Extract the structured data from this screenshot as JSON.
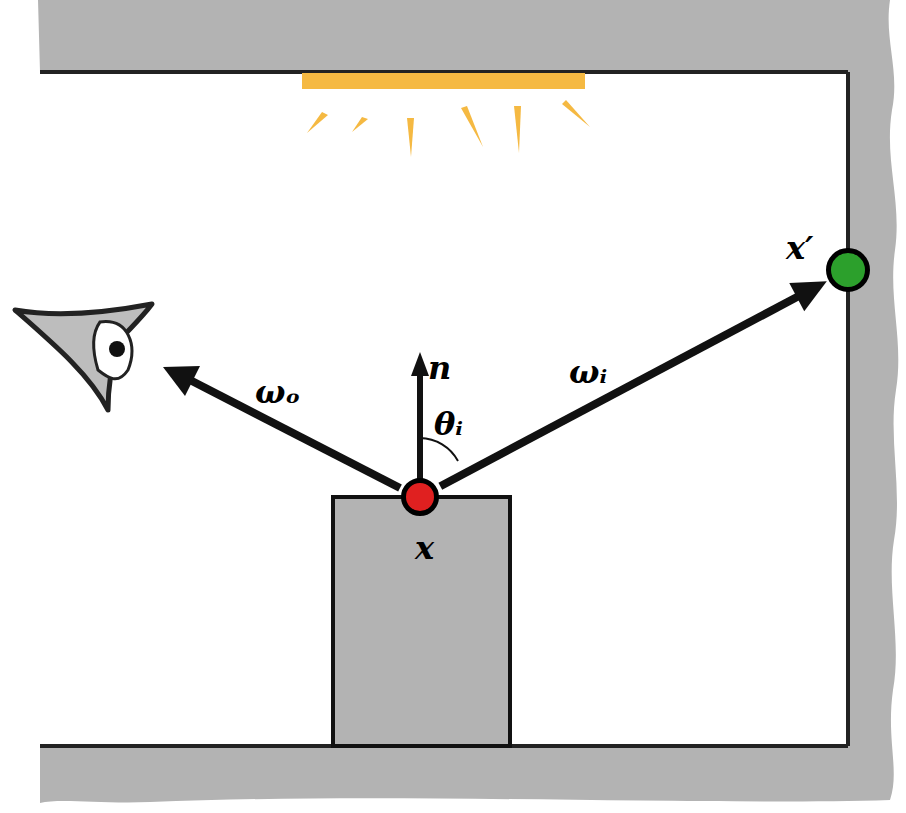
{
  "diagram": {
    "nodes": [
      {
        "text": [
          "x"
        ]
      },
      {
        "text": [
          "x′"
        ]
      }
    ],
    "edges": [
      {
        "from": 0,
        "to": 1,
        "arrow": "to",
        "label": "ωᵢ"
      }
    ],
    "labels": [
      "n",
      "θᵢ",
      "ωₒ"
    ]
  }
}
